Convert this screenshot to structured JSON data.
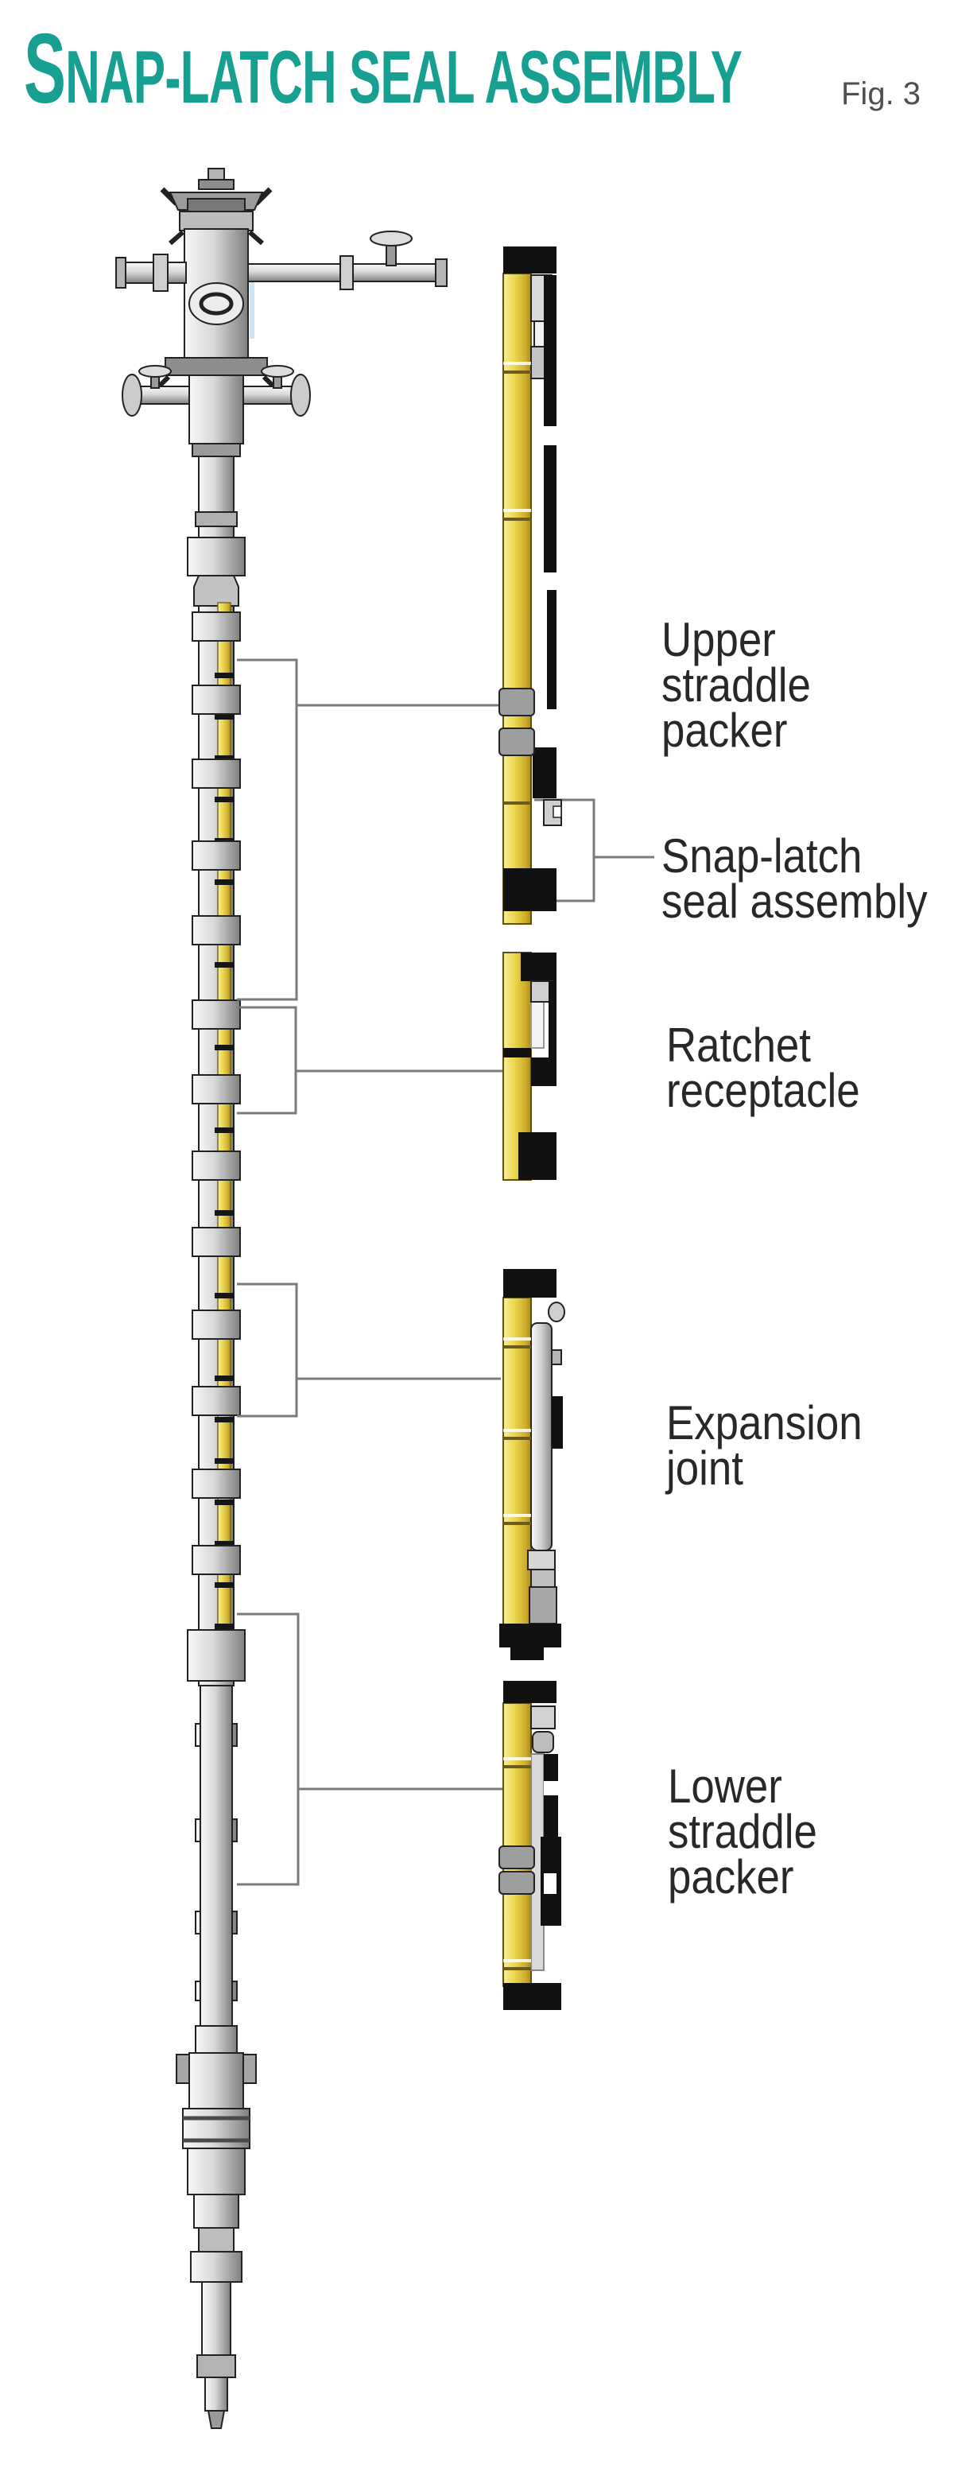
{
  "title": {
    "lead": "S",
    "rest": "NAP-LATCH SEAL ASSEMBLY"
  },
  "figure_label": "Fig. 3",
  "callouts": [
    {
      "id": "upper-straddle-packer",
      "lines": [
        "Upper",
        "straddle",
        "packer"
      ]
    },
    {
      "id": "snap-latch-seal-assembly",
      "lines": [
        "Snap-latch",
        "seal assembly"
      ]
    },
    {
      "id": "ratchet-receptacle",
      "lines": [
        "Ratchet",
        "receptacle"
      ]
    },
    {
      "id": "expansion-joint",
      "lines": [
        "Expansion",
        "joint"
      ]
    },
    {
      "id": "lower-straddle-packer",
      "lines": [
        "Lower",
        "straddle",
        "packer"
      ]
    }
  ],
  "colors": {
    "title": "#17a092",
    "figure_label": "#4f4f4f",
    "label_text": "#282828",
    "callout_line": "#7a7a7a",
    "tool_yellow": "#ecd74f",
    "tool_black": "#111111",
    "tool_gray": "#c9c9c9"
  }
}
